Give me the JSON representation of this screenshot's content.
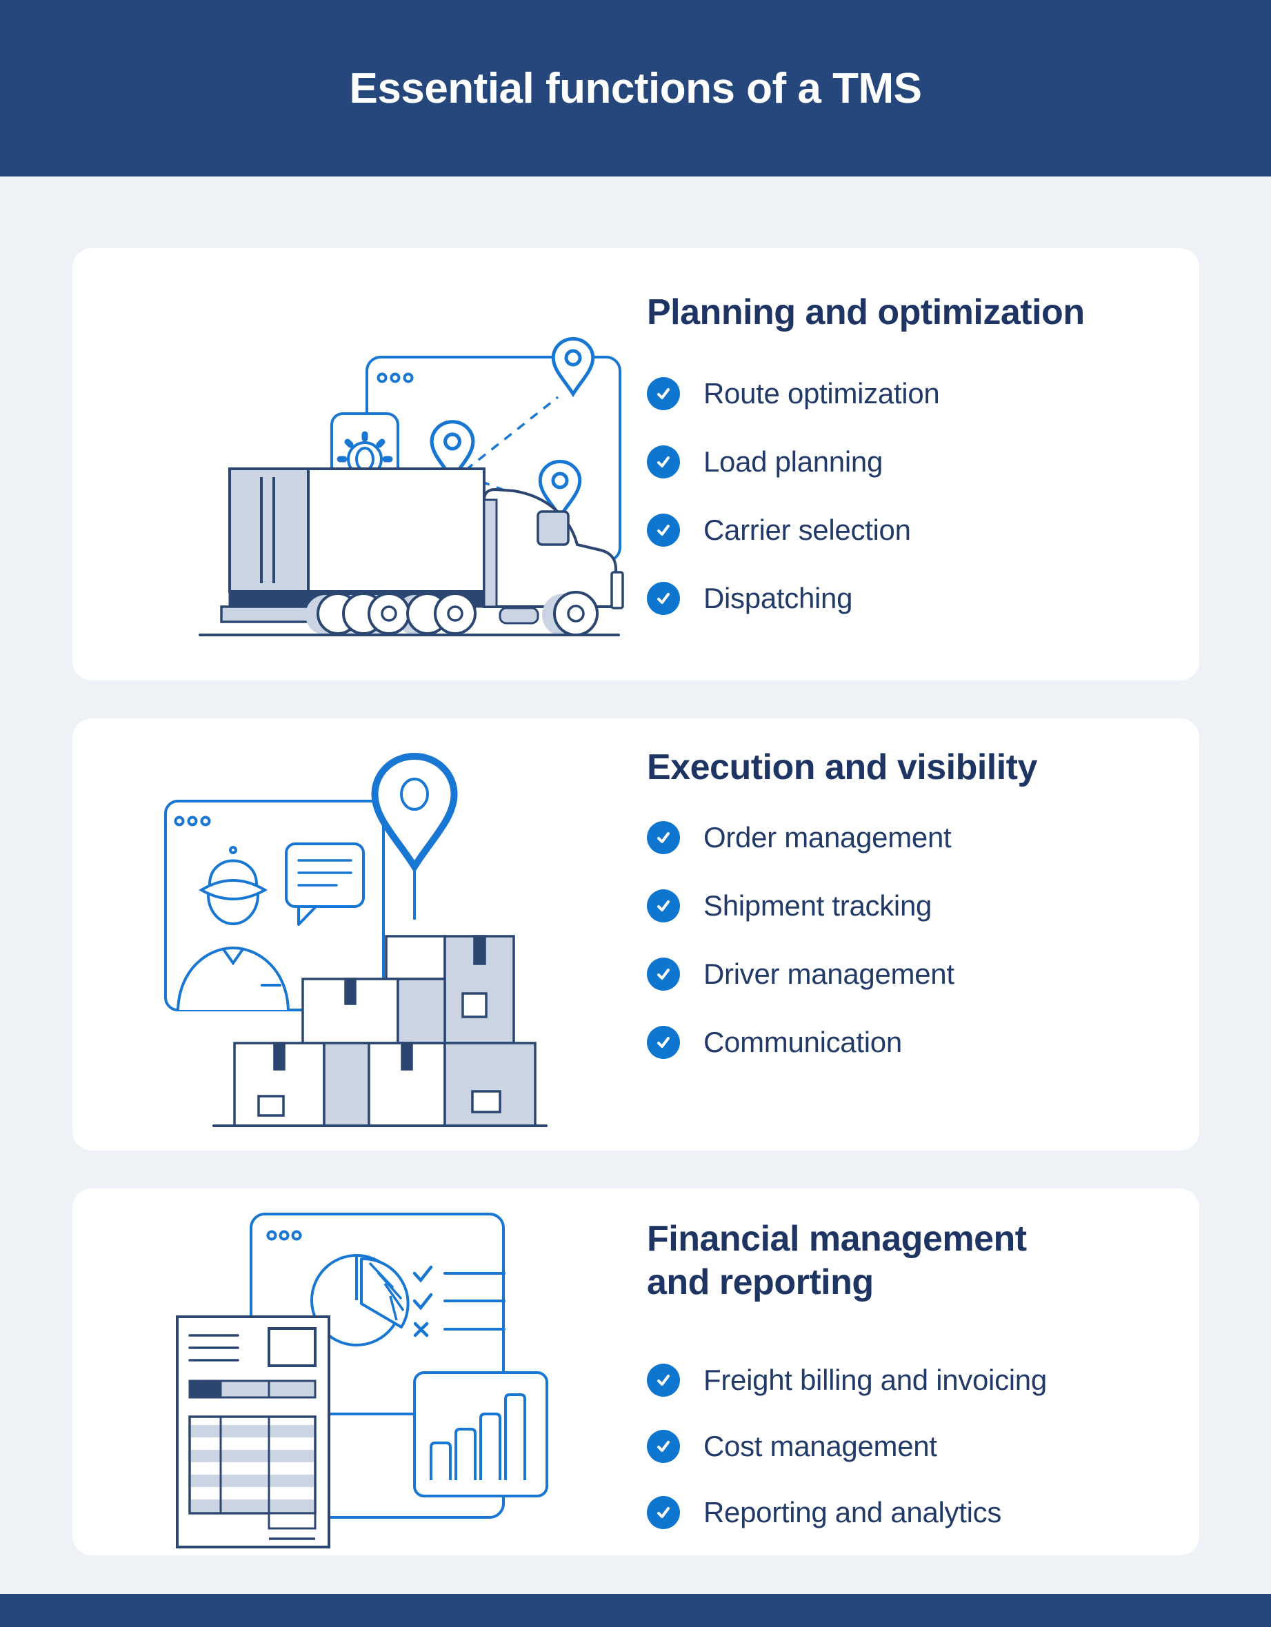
{
  "header": {
    "title": "Essential functions of a TMS"
  },
  "cards": [
    {
      "heading": "Planning and optimization",
      "illustration": "truck-route-planning-illustration",
      "items": [
        "Route optimization",
        "Load planning",
        "Carrier selection",
        "Dispatching"
      ]
    },
    {
      "heading": "Execution and visibility",
      "illustration": "courier-packages-illustration",
      "items": [
        "Order management",
        "Shipment tracking",
        "Driver management",
        "Communication"
      ]
    },
    {
      "heading": "Financial management and reporting",
      "illustration": "invoice-analytics-illustration",
      "items": [
        "Freight billing and invoicing",
        "Cost management",
        "Reporting and analytics"
      ]
    }
  ],
  "colors": {
    "header_bg": "#26477B",
    "page_bg": "#EEF1F6",
    "card_bg": "#FFFFFF",
    "heading_text": "#1E3564",
    "item_text": "#223A68",
    "check_circle_blue": "#0E76CF",
    "illustration_blue": "#1877D2",
    "illustration_navy": "#2B4670",
    "illustration_gray": "#CBD4E2"
  }
}
